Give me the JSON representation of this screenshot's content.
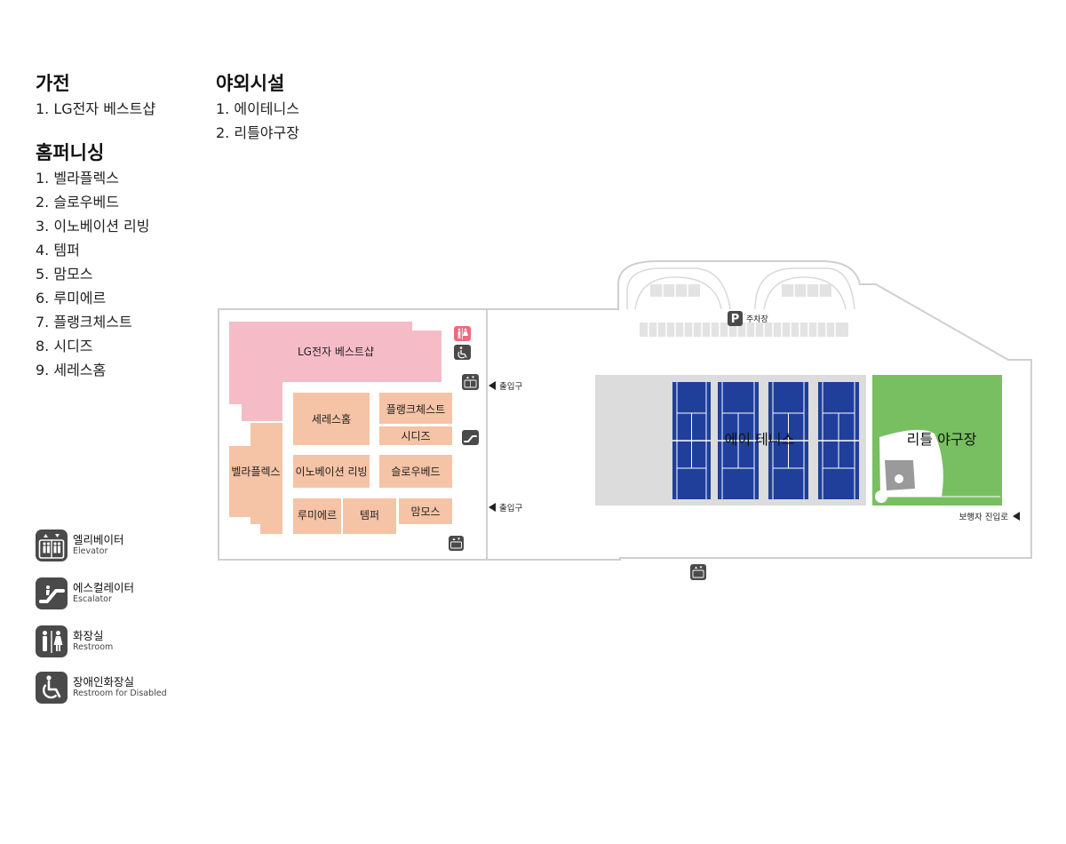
{
  "categories": {
    "appliances": {
      "title": "가전",
      "items": [
        "1. LG전자 베스트샵"
      ]
    },
    "outdoor": {
      "title": "야외시설",
      "items": [
        "1. 에이테니스",
        "2. 리틀야구장"
      ]
    },
    "home_furnishing": {
      "title": "홈퍼니싱",
      "items": [
        "1. 벨라플렉스",
        "2. 슬로우베드",
        "3. 이노베이션 리빙",
        "4. 템퍼",
        "5. 맘모스",
        "6. 루미에르",
        "7. 플랭크체스트",
        "8. 시디즈",
        "9. 세레스홈"
      ]
    }
  },
  "map": {
    "stores": {
      "lg": "LG전자 베스트샵",
      "ceres": "세레스홈",
      "plank": "플랭크체스트",
      "sidiz": "시디즈",
      "bella": "벨라플렉스",
      "innovation": "이노베이션 리빙",
      "slow": "슬로우베드",
      "lumiere": "루미에르",
      "temper": "템퍼",
      "mammoth": "맘모스"
    },
    "entrance_top": "출입구",
    "entrance_bottom": "출입구",
    "parking": "주차장",
    "parking_symbol": "P",
    "tennis": "에이 테니스",
    "baseball": "리틀 야구장",
    "pedestrian": "보행자 진입로"
  },
  "legend": [
    {
      "ko": "엘리베이터",
      "en": "Elevator",
      "icon": "elevator-icon"
    },
    {
      "ko": "에스컬레이터",
      "en": "Escalator",
      "icon": "escalator-icon"
    },
    {
      "ko": "화장실",
      "en": "Restroom",
      "icon": "restroom-icon"
    },
    {
      "ko": "장애인화장실",
      "en": "Restroom for Disabled",
      "icon": "wheelchair-icon"
    }
  ],
  "colors": {
    "lg_store": "#f5bcc8",
    "furniture_store": "#f5c3a5",
    "tennis_court": "#1f3f9a",
    "tennis_surround": "#dcdcdc",
    "baseball_field": "#78bf62",
    "icon_gray": "#4a4a4a",
    "restroom_pink": "#ef6a7e"
  }
}
